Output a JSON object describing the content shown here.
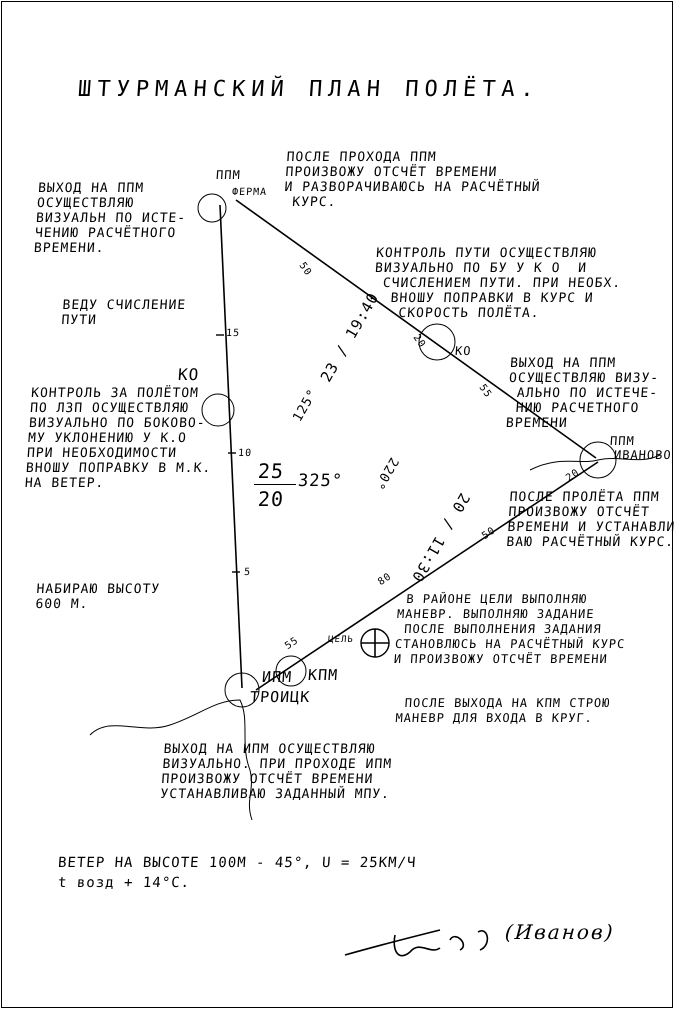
{
  "title": "ШТУРМАНСКИЙ ПЛАН ПОЛЁТА.",
  "points": {
    "ppm1_label": "ППМ",
    "ppm1_name": "ФЕРМА",
    "ppm2_label": "ППМ",
    "ppm2_name": "ИВАНОВО",
    "ipm_label": "ИПМ",
    "ipm_name": "ТРОИЦК",
    "kpm_label": "КПМ",
    "ko1_label": "КО",
    "ko2_label": "КО",
    "target_label": "ЦЕЛЬ"
  },
  "legs": {
    "leg1_fraction_top": "25",
    "leg1_fraction_bottom": "20",
    "leg1_course": "325°",
    "leg2_fraction": "23 / 19:40",
    "leg2_course": "125°",
    "leg3_fraction": "20 / 11:30",
    "leg3_course": "220°",
    "leg1_marks": [
      "15",
      "10",
      "5"
    ],
    "leg2_marks": [
      "50",
      "20",
      "55"
    ],
    "leg3_marks": [
      "20",
      "50",
      "55",
      "80"
    ]
  },
  "notes": {
    "n1": "ВЫХОД НА ППМ\nОСУЩЕСТВЛЯЮ\nВИЗУАЛЬН ПО ИСТЕ-\nЧЕНИЮ РАСЧЁТНОГО\nВРЕМЕНИ.",
    "n2": "ПОСЛЕ ПРОХОДА ППМ\nПРОИЗВОЖУ ОТСЧЁТ ВРЕМЕНИ\nИ РАЗВОРАЧИВАЮСЬ НА РАСЧЁТНЫЙ\n КУРС.",
    "n3": "КОНТРОЛЬ ПУТИ ОСУЩЕСТВЛЯЮ\nВИЗУАЛЬНО ПО БУ У К О  И\n СЧИСЛЕНИЕМ ПУТИ. ПРИ НЕОБХ.\n  ВНОШУ ПОПРАВКИ В КУРС И\n   СКОРОСТЬ ПОЛЁТА.",
    "n4": "ВЕДУ СЧИСЛЕНИЕ\nПУТИ",
    "n5": "ВЫХОД НА ППМ\nОСУЩЕСТВЛЯЮ ВИЗУ-\n АЛЬНО ПО ИСТЕЧЕ-\n НИЮ РАСЧЕТНОГО\nВРЕМЕНИ",
    "n6": "КОНТРОЛЬ ЗА ПОЛЁТОМ\nПО ЛЗП ОСУЩЕСТВЛЯЮ\nВИЗУАЛЬНО ПО БОКОВО-\nМУ УКЛОНЕНИЮ У К.О\nПРИ НЕОБХОДИМОСТИ\nВНОШУ ПОПРАВКУ В М.К.\nНА ВЕТЕР.",
    "n7": "ПОСЛЕ ПРОЛЁТА ППМ\nПРОИЗВОЖУ ОТСЧЁТ\nВРЕМЕНИ И УСТАНАВЛИ-\nВАЮ РАСЧЁТНЫЙ КУРС.",
    "n8": "НАБИРАЮ ВЫСОТУ\n600 М.",
    "n9": " В РАЙОНЕ ЦЕЛИ ВЫПОЛНЯЮ\nМАНЕВР. ВЫПОЛНЯЮ ЗАДАНИЕ\n ПОСЛЕ ВЫПОЛНЕНИЯ ЗАДАНИЯ\nСТАНОВЛЮСЬ НА РАСЧЁТНЫЙ КУРС\nИ ПРОИЗВОЖУ ОТСЧЁТ ВРЕМЕНИ",
    "n10": " ПОСЛЕ ВЫХОДА НА КПМ СТРОЮ\nМАНЕВР ДЛЯ ВХОДА В КРУГ.",
    "n11": "ВЫХОД НА ИПМ ОСУЩЕСТВЛЯЮ\nВИЗУАЛЬНО. ПРИ ПРОХОДЕ ИПМ\nПРОИЗВОЖУ ОТСЧЁТ ВРЕМЕНИ\nУСТАНАВЛИВАЮ ЗАДАННЫЙ МПУ."
  },
  "footer": {
    "wind": "ВЕТЕР НА ВЫСОТЕ 100М - 45°, U = 25КМ/Ч",
    "temp": "t возд + 14°С.",
    "signature": "(Иванов)"
  }
}
